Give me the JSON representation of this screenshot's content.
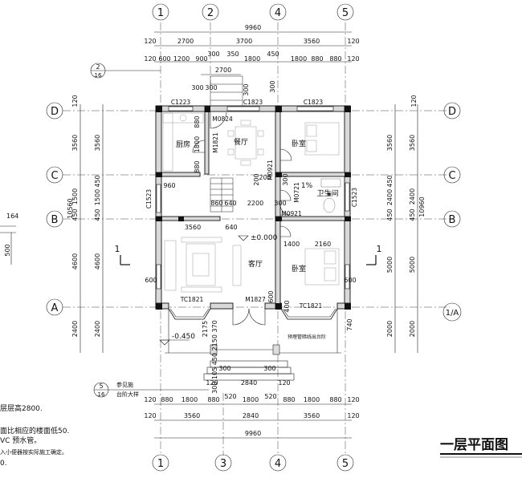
{
  "drawing": {
    "title": "一层平面图",
    "elevation_main": "±0.000",
    "elevation_outside": "-0.450",
    "section_mark": "1",
    "section_ref_top": "2",
    "section_ref_top_sheet": "16",
    "section_ref_bottom": "5",
    "section_ref_bottom_sheet": "16",
    "ref_text_1": "参见施",
    "ref_text_2": "台阶大样"
  },
  "grid_axes": {
    "top": [
      "1",
      "2",
      "4",
      "5"
    ],
    "bottom": [
      "1",
      "3",
      "4",
      "5"
    ],
    "left": [
      "D",
      "C",
      "B",
      "A"
    ],
    "right": [
      "D",
      "C",
      "B",
      "1/A"
    ]
  },
  "rooms": {
    "kitchen": "厨房",
    "dining": "餐厅",
    "bedroom_ne": "卧室",
    "bathroom": "卫生间",
    "living": "客厅",
    "bedroom_se": "卧室",
    "bath_slope": "1%"
  },
  "openings": {
    "c1223": "C1223",
    "c1823_a": "C1823",
    "c1823_b": "C1823",
    "m0824": "M0824",
    "m1821": "M1821",
    "m0921_a": "M0921",
    "m0721": "M0721",
    "m0921_b": "M0921",
    "c1523_l": "C1523",
    "c1523_r": "C1523",
    "tc1821_a": "TC1821",
    "tc1821_b": "TC1821",
    "m1827": "M1827",
    "hidden_note": "预埋管暗线出台阶"
  },
  "dims": {
    "top_total": "9960",
    "top_row1": [
      "120",
      "2700",
      "3700",
      "3560",
      "120"
    ],
    "top_row2": [
      "120",
      "600",
      "1200",
      "900",
      "300",
      "350",
      "1800",
      "450",
      "1800",
      "880",
      "880",
      "120"
    ],
    "stair": [
      "2700",
      "300",
      "300",
      "300",
      "300"
    ],
    "bottom_total": "9960",
    "bottom_row1": [
      "120",
      "880",
      "1800",
      "880",
      "520",
      "1800",
      "520",
      "880",
      "1800",
      "880",
      "120"
    ],
    "bottom_row2": [
      "120",
      "3560",
      "2840",
      "3560",
      "120"
    ],
    "left_outer": [
      "120",
      "3560",
      "10560",
      "1500",
      "450",
      "4600",
      "2400"
    ],
    "left_inner": [
      "3560",
      "450",
      "1500",
      "450",
      "4600",
      "2400"
    ],
    "right_outer": [
      "120",
      "3560",
      "10960",
      "2400",
      "450",
      "5000",
      "2000"
    ],
    "right_inner": [
      "3560",
      "450",
      "2400",
      "450",
      "5000",
      "2000"
    ],
    "interior": [
      "960",
      "860",
      "640",
      "2200",
      "300",
      "3560",
      "640",
      "1400",
      "2160",
      "880",
      "1800",
      "880",
      "200",
      "300",
      "600",
      "600",
      "600",
      "2175",
      "740",
      "400",
      "200"
    ],
    "porch_vertical": "300 105 450 2150 370",
    "porch_width": "2840",
    "porch_sides": [
      "120",
      "120"
    ],
    "stair_small": [
      "300",
      "300"
    ]
  },
  "notes": {
    "line1": "层层高2800.",
    "line2": "面比相应的楼面低50.",
    "line3": "VC 预水管。",
    "line4": "入小便器按实际施工确定。",
    "line5": "0.",
    "left_dim_a": "164",
    "left_dim_b": "500"
  }
}
